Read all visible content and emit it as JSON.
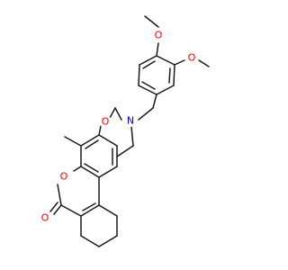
{
  "molecule": {
    "atoms": [
      {
        "id": "o_methoxy_top",
        "symbol": "O",
        "color": "#ff0000"
      },
      {
        "id": "o_methoxy_right",
        "symbol": "O",
        "color": "#ff0000"
      },
      {
        "id": "o_oxazine",
        "symbol": "O",
        "color": "#ff0000"
      },
      {
        "id": "n_oxazine",
        "symbol": "N",
        "color": "#0000ff"
      },
      {
        "id": "o_lactone_ring",
        "symbol": "O",
        "color": "#ff0000"
      },
      {
        "id": "o_carbonyl",
        "symbol": "O",
        "color": "#ff0000"
      }
    ],
    "bond_color": "#1a1a1a",
    "background": "#ffffff"
  }
}
